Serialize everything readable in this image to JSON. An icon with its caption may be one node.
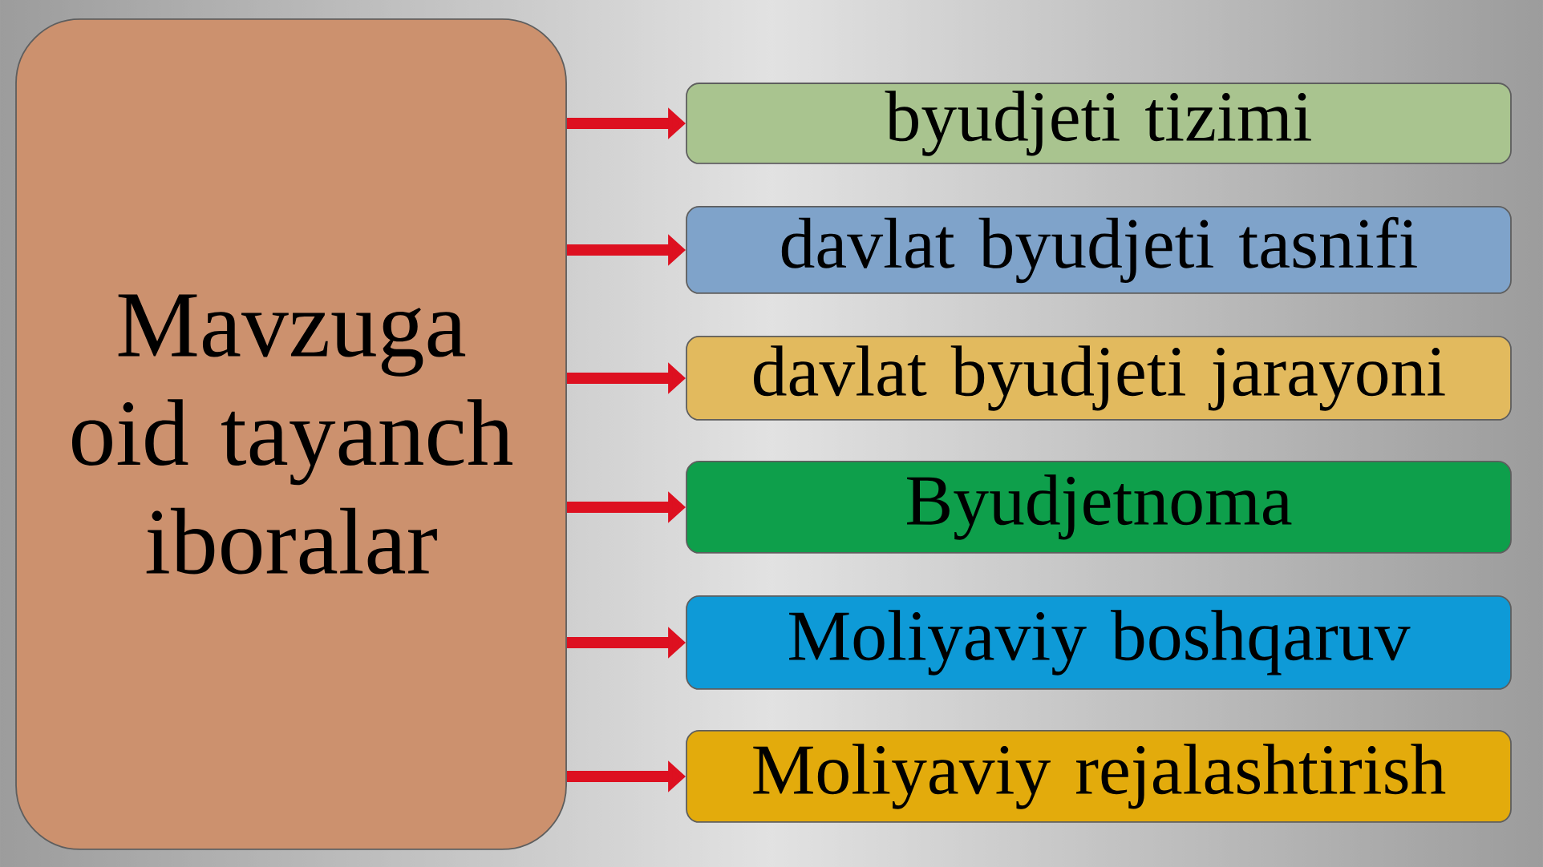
{
  "diagram": {
    "nodes": [
      {
        "text": [
          "Mavzuga oid tayanch iboralar"
        ]
      },
      {
        "text": [
          "byudjeti tizimi"
        ]
      },
      {
        "text": [
          "davlat byudjeti tasnifi"
        ]
      },
      {
        "text": [
          "davlat byudjeti jarayoni"
        ]
      },
      {
        "text": [
          "Byudjetnoma"
        ]
      },
      {
        "text": [
          "Moliyaviy boshqaruv"
        ]
      },
      {
        "text": [
          "Moliyaviy rejalashtirish"
        ]
      }
    ],
    "edges": [
      {
        "from": 0,
        "to": 1,
        "arrow": "to"
      },
      {
        "from": 0,
        "to": 2,
        "arrow": "to"
      },
      {
        "from": 0,
        "to": 3,
        "arrow": "to"
      },
      {
        "from": 0,
        "to": 4,
        "arrow": "to"
      },
      {
        "from": 0,
        "to": 5,
        "arrow": "to"
      },
      {
        "from": 0,
        "to": 6,
        "arrow": "to"
      }
    ]
  }
}
